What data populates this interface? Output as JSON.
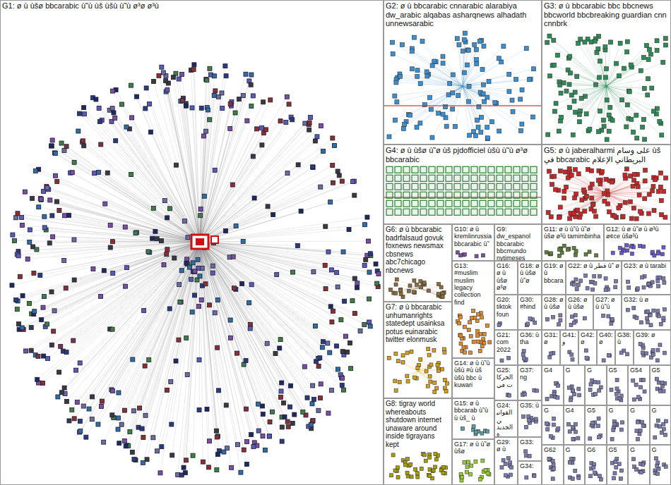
{
  "diagram": {
    "nodes": [
      {
        "text": [
          "G1: ø ù ùšø bbcarabic ù˜ù ùš ùšù ù˜ù ø³ø ø³ù"
        ]
      },
      {
        "text": [
          "G2: ø ù bbcarabic cnnarabic alarabiya dw_arabic alqabas asharqnews alhadath unnewsarabic"
        ]
      },
      {
        "text": [
          "G3: ø ù bbcarabic bbc bbcnews bbcworld bbcbreaking guardian cnn cnnbrk"
        ]
      },
      {
        "text": [
          "G4: ø ù ùšø ù˜ø ùš pjdofficiel ùšù ù˜ù ø³ø bbcarabic"
        ]
      },
      {
        "text": [
          "G5: ø ù jaberalharmi على وسام ùš في bbcarabic البريطاني الإعلام"
        ]
      },
      {
        "text": [
          "G6: ø ù bbcarabic badrfalsaud govuk foxnews newsmax cbsnews abc7chicago nbcnews"
        ]
      },
      {
        "text": [
          "G10: ø ù kremlinrussia bbcarabic ù˜"
        ]
      },
      {
        "text": [
          "G9: dw_espanol bbcarabic bbcmundo nytimeses"
        ]
      },
      {
        "text": [
          "G11: ø ù ù˜ù ù˜ø ùšø ø³ù tamimbinha"
        ]
      },
      {
        "text": [
          "G12: ù ø ù˜ø ù ø³ù ø¢ce ùšø³ù"
        ]
      },
      {
        "text": [
          "G13: #muslim muslim legacy collection find"
        ]
      },
      {
        "text": [
          "G16: ø ù ùšø ø³ø"
        ]
      },
      {
        "text": [
          "G18: ø ù ùšø ù˜ø"
        ]
      },
      {
        "text": [
          "G19: ø ù bbcara"
        ]
      },
      {
        "text": [
          "G22: ø ù قطر ù˜ ø"
        ]
      },
      {
        "text": [
          "G23: ø ù tarabi"
        ]
      },
      {
        "text": [
          "G7: ø ù bbcarabic unhumanrights statedept usainksa potus euinarabic twitter elonmusk"
        ]
      },
      {
        "text": [
          "G14: ø ù ù˜ù ùšù #ù ùš ùšù bbc ù kuwari"
        ]
      },
      {
        "text": [
          "G20: tiktok foun"
        ]
      },
      {
        "text": [
          "G30: #hind"
        ]
      },
      {
        "text": [
          "G28: ø ù ùšø"
        ]
      },
      {
        "text": [
          "G26: ø ù ùšø"
        ]
      },
      {
        "text": [
          "G27: ø ù ù˜ù"
        ]
      },
      {
        "text": [
          "G32: ù ø"
        ]
      },
      {
        "text": [
          "G31: ø"
        ]
      },
      {
        "text": [
          "G41: و"
        ]
      },
      {
        "text": [
          "G42: ø"
        ]
      },
      {
        "text": [
          "G40: ø"
        ]
      },
      {
        "text": [
          "G38: ù"
        ]
      },
      {
        "text": [
          "G39: ø"
        ]
      },
      {
        "text": [
          "G21: com 2022"
        ]
      },
      {
        "text": [
          "G36: ù tha"
        ]
      },
      {
        "text": [
          "G8: tigray world whereabouts shutdown internet unaware around inside tigrayans kept"
        ]
      },
      {
        "text": [
          "G15: ø ù bbcarab ù˜ù ù ùš_ ù"
        ]
      },
      {
        "text": [
          "G25: الحركات في"
        ]
      },
      {
        "text": [
          "G37: ng"
        ]
      },
      {
        "text": [
          "G24: القوانين الجديدة"
        ]
      },
      {
        "text": [
          "G35: ù"
        ]
      },
      {
        "text": [
          "G17: ø ù ù˜ø ùšø"
        ]
      },
      {
        "text": [
          "G29: ø ù"
        ]
      },
      {
        "text": [
          "G33:"
        ]
      },
      {
        "text": [
          "G34:"
        ]
      },
      {
        "text": [
          "G4"
        ]
      },
      {
        "text": [
          "G"
        ]
      },
      {
        "text": [
          "G"
        ]
      },
      {
        "text": [
          "G5"
        ]
      },
      {
        "text": [
          "G54"
        ]
      },
      {
        "text": [
          "G5"
        ]
      },
      {
        "text": [
          "G"
        ]
      },
      {
        "text": [
          "G4"
        ]
      },
      {
        "text": [
          "G5"
        ]
      },
      {
        "text": [
          "G"
        ]
      },
      {
        "text": [
          "G"
        ]
      },
      {
        "text": [
          "G"
        ]
      },
      {
        "text": [
          "G62"
        ]
      },
      {
        "text": [
          "G"
        ]
      },
      {
        "text": [
          "G6"
        ]
      },
      {
        "text": [
          "G5"
        ]
      },
      {
        "text": [
          "G"
        ]
      },
      {
        "text": [
          "G"
        ]
      }
    ],
    "edges": [
      {
        "from": 0,
        "to": 2,
        "arrow": "none"
      },
      {
        "from": 0,
        "to": 4,
        "arrow": "none"
      }
    ]
  }
}
